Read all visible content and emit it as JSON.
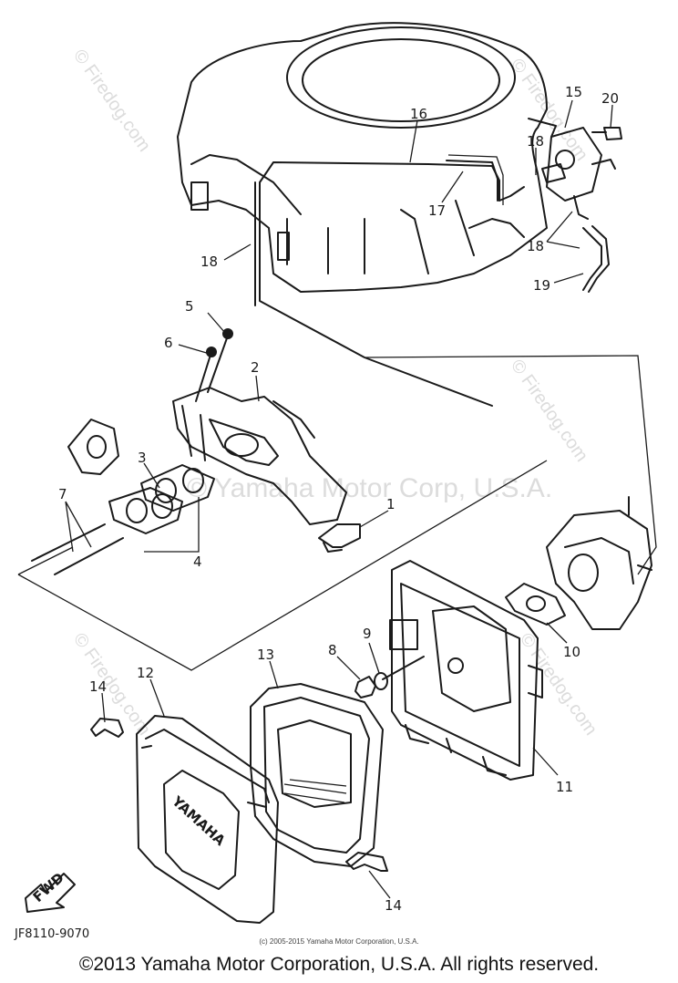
{
  "callouts": {
    "c1": "1",
    "c2": "2",
    "c3": "3",
    "c4": "4",
    "c5": "5",
    "c6": "6",
    "c7": "7",
    "c8": "8",
    "c9": "9",
    "c10": "10",
    "c11": "11",
    "c12": "12",
    "c13": "13",
    "c14a": "14",
    "c14b": "14",
    "c15": "15",
    "c16": "16",
    "c17": "17",
    "c18a": "18",
    "c18b": "18",
    "c18c": "18",
    "c19": "19",
    "c20": "20"
  },
  "cover_lettering": "YAMAHA",
  "fwd_label": "FWD",
  "watermarks": {
    "site": "© Firedog.com",
    "center": "© Yamaha Motor Corp, U.S.A."
  },
  "part_code": "JF8110-9070",
  "center_copyright": "(c) 2005-2015 Yamaha Motor Corporation, U.S.A.",
  "footer_copyright": "©2013 Yamaha Motor Corporation, U.S.A. All rights reserved.",
  "colors": {
    "ink": "#1a1a1a",
    "watermark": "#dcdcdc",
    "background": "#ffffff"
  }
}
